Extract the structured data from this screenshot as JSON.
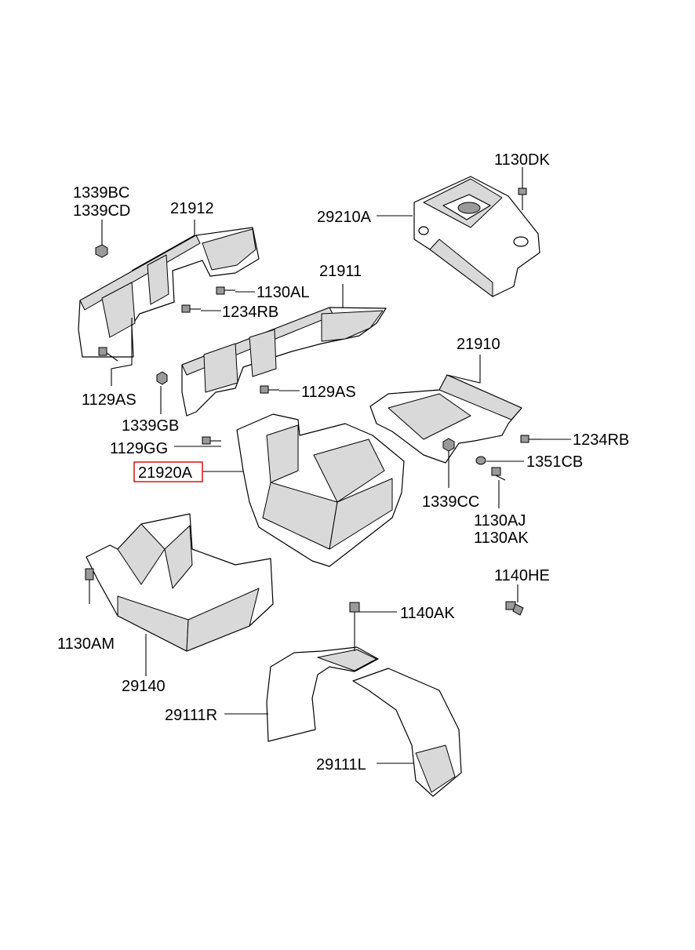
{
  "labels": {
    "p1130DK": "1130DK",
    "p1339BC": "1339BC",
    "p1339CD": "1339CD",
    "p21912": "21912",
    "p29210A": "29210A",
    "p1130AL": "1130AL",
    "p21911": "21911",
    "p1234RB_top": "1234RB",
    "p1129AS_left": "1129AS",
    "p1129AS_mid": "1129AS",
    "p21910": "21910",
    "p1339GB": "1339GB",
    "p1234RB_right": "1234RB",
    "p1129GG": "1129GG",
    "p1351CB": "1351CB",
    "p21920A": "21920A",
    "p1339CC": "1339CC",
    "p1130AJ": "1130AJ",
    "p1130AK": "1130AK",
    "p1140HE": "1140HE",
    "p1140AK": "1140AK",
    "p1130AM": "1130AM",
    "p29140": "29140",
    "p29111R": "29111R",
    "p29111L": "29111L"
  },
  "highlight": {
    "part": "21920A",
    "color": "#e02020"
  }
}
